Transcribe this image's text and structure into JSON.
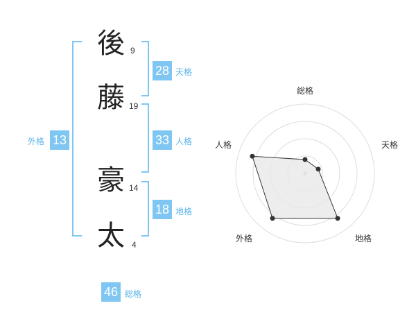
{
  "name": {
    "chars": [
      {
        "char": "後",
        "strokes": "9"
      },
      {
        "char": "藤",
        "strokes": "19"
      },
      {
        "char": "豪",
        "strokes": "14"
      },
      {
        "char": "太",
        "strokes": "4"
      }
    ]
  },
  "scores": {
    "tenkaku": {
      "value": "28",
      "label": "天格"
    },
    "jinkaku": {
      "value": "33",
      "label": "人格"
    },
    "chikaku": {
      "value": "18",
      "label": "地格"
    },
    "gaikaku": {
      "value": "13",
      "label": "外格"
    },
    "soukaku": {
      "value": "46",
      "label": "総格"
    }
  },
  "colors": {
    "accent": "#7fc7f2",
    "accent_text": "#5ab4ea",
    "radar_fill": "#e8e8e8",
    "radar_line": "#333333",
    "ring": "#dddddd"
  },
  "chart_data": {
    "type": "radar",
    "axes": [
      "総格",
      "天格",
      "地格",
      "外格",
      "人格"
    ],
    "values": [
      0.2,
      0.2,
      0.8,
      0.8,
      0.8
    ],
    "range": [
      0,
      1
    ],
    "rings": 4
  }
}
